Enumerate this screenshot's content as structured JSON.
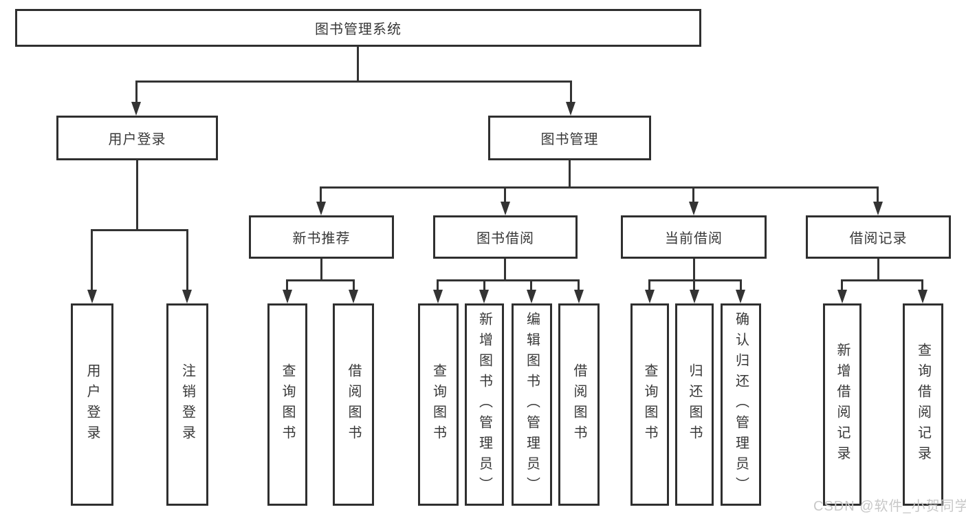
{
  "title": "图书管理系统",
  "colors": {
    "line": "#333333",
    "box_border": "#2f2f2f",
    "text": "#383838",
    "background": "#ffffff",
    "watermark": "#c8c8c8"
  },
  "tree": {
    "root": {
      "label": "图书管理系统",
      "children": [
        {
          "label": "用户登录",
          "children": [
            {
              "label": "用户登录"
            },
            {
              "label": "注销登录"
            }
          ]
        },
        {
          "label": "图书管理",
          "children": [
            {
              "label": "新书推荐",
              "children": [
                {
                  "label": "查询图书"
                },
                {
                  "label": "借阅图书"
                }
              ]
            },
            {
              "label": "图书借阅",
              "children": [
                {
                  "label": "查询图书"
                },
                {
                  "label": "新增图书（管理员）"
                },
                {
                  "label": "编辑图书（管理员）"
                },
                {
                  "label": "借阅图书"
                }
              ]
            },
            {
              "label": "当前借阅",
              "children": [
                {
                  "label": "查询图书"
                },
                {
                  "label": "归还图书"
                },
                {
                  "label": "确认归还（管理员）"
                }
              ]
            },
            {
              "label": "借阅记录",
              "children": [
                {
                  "label": "新增借阅记录"
                },
                {
                  "label": "查询借阅记录"
                }
              ]
            }
          ]
        }
      ]
    }
  },
  "watermark": {
    "text": "CSDN @软件_小贺同学"
  }
}
